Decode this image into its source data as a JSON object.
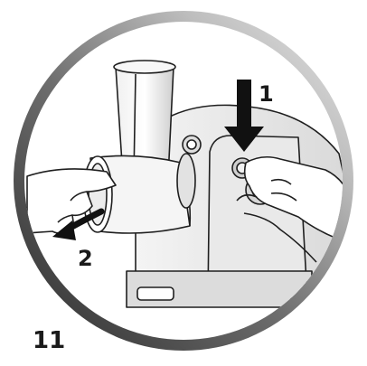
{
  "figure": {
    "number": "11",
    "step_1": "1",
    "step_2": "2"
  },
  "colors": {
    "ring_outer": "#3a3a3a",
    "ring_inner": "#c9c9c9",
    "line": "#1f1f1f",
    "arrow": "#111111",
    "label": "#1a1a1a"
  }
}
